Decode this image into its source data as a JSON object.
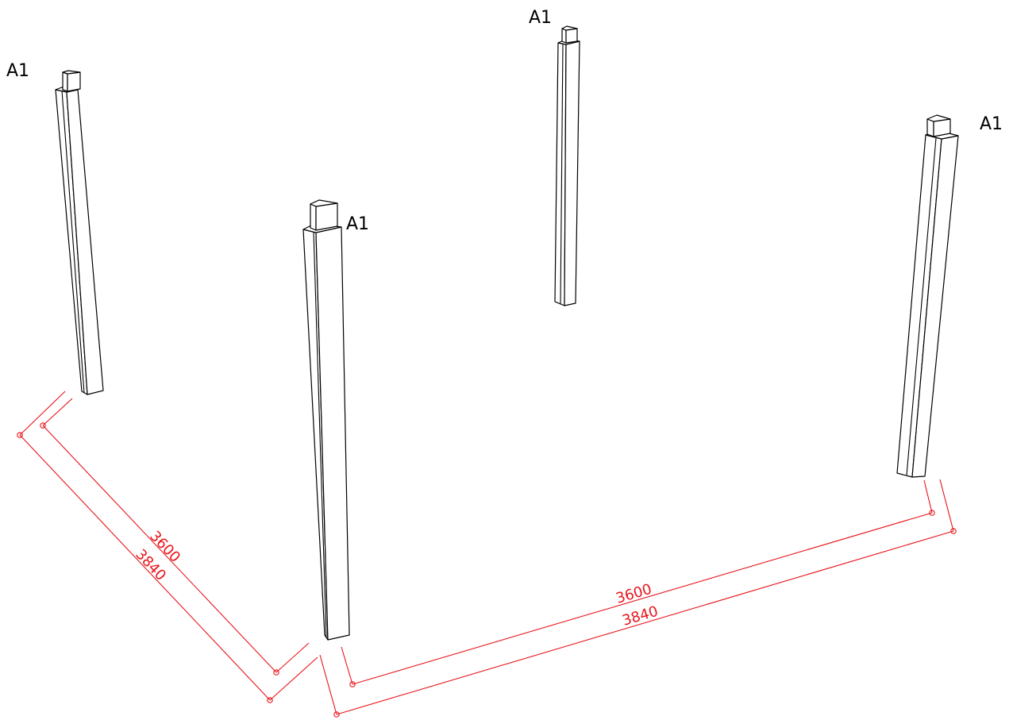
{
  "columns": [
    {
      "id": "col-back-left",
      "label": "A1"
    },
    {
      "id": "col-front-left",
      "label": "A1"
    },
    {
      "id": "col-back-middle",
      "label": "A1"
    },
    {
      "id": "col-right",
      "label": "A1"
    }
  ],
  "dimensions": {
    "left_inner": "3600",
    "left_outer": "3840",
    "front_inner": "3600",
    "front_outer": "3840"
  },
  "colors": {
    "column_stroke": "#000000",
    "dimension": "#e8141a",
    "background": "#ffffff"
  }
}
